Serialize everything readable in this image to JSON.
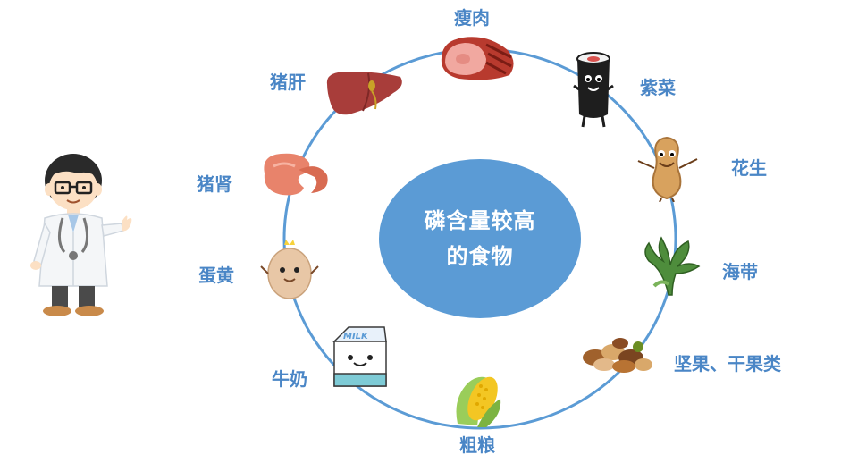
{
  "center": {
    "line1": "磷含量较高",
    "line2": "的食物"
  },
  "foods": [
    {
      "label": "瘦肉",
      "icon": "ham-icon"
    },
    {
      "label": "紫菜",
      "icon": "seaweed-roll-icon"
    },
    {
      "label": "花生",
      "icon": "peanut-icon"
    },
    {
      "label": "海带",
      "icon": "kelp-icon"
    },
    {
      "label": "坚果、干果类",
      "icon": "nuts-icon"
    },
    {
      "label": "粗粮",
      "icon": "corn-icon"
    },
    {
      "label": "牛奶",
      "icon": "milk-carton-icon"
    },
    {
      "label": "蛋黄",
      "icon": "egg-icon"
    },
    {
      "label": "猪肾",
      "icon": "kidney-icon"
    },
    {
      "label": "猪肝",
      "icon": "liver-icon"
    }
  ],
  "milk_text": "MILK",
  "colors": {
    "ring": "#5b9bd5",
    "label": "#4a86c6",
    "center": "#5b9bd5"
  }
}
